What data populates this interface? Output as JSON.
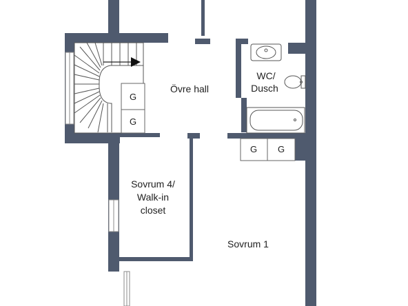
{
  "rooms": {
    "upper_hall": "Övre hall",
    "wc_line1": "WC/",
    "wc_line2": "Dusch",
    "bedroom4_line1": "Sovrum 4/",
    "bedroom4_line2": "Walk-in",
    "bedroom4_line3": "closet",
    "bedroom1": "Sovrum 1"
  },
  "cabinets": {
    "stair_upper": "G",
    "stair_lower": "G",
    "wc_left": "G",
    "wc_right": "G"
  },
  "colors": {
    "wall": "#4f5a6e",
    "fixture": "#555555",
    "background": "#ffffff"
  }
}
